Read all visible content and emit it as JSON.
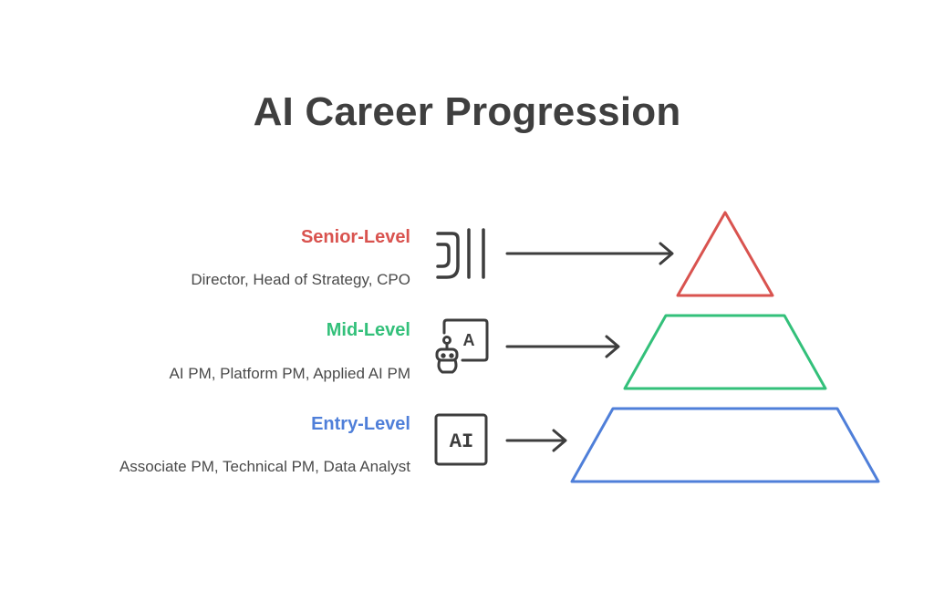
{
  "title": "AI Career Progression",
  "colors": {
    "senior": "#d9534f",
    "mid": "#33c07a",
    "entry": "#4f7fd9",
    "text": "#3f3f3f",
    "icon": "#3d3d3d"
  },
  "levels": [
    {
      "id": "senior",
      "title": "Senior-Level",
      "description": "Director, Head of Strategy, CPO",
      "icon": "ji-glyph-icon"
    },
    {
      "id": "mid",
      "title": "Mid-Level",
      "description": "AI PM, Platform PM, Applied AI PM",
      "icon": "robot-letter-a-icon",
      "icon_text": "A"
    },
    {
      "id": "entry",
      "title": "Entry-Level",
      "description": "Associate PM, Technical PM, Data Analyst",
      "icon": "ai-chip-icon",
      "icon_text": "AI"
    }
  ]
}
